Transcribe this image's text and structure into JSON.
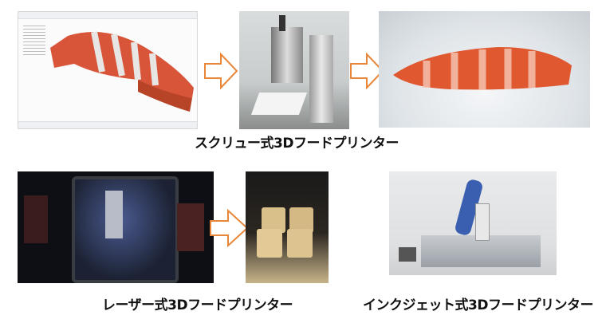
{
  "captions": {
    "screw": "スクリュー式3Dフードプリンター",
    "laser": "レーザー式3Dフードプリンター",
    "inkjet": "インクジェット式3Dフードプリンター"
  },
  "colors": {
    "arrow_stroke": "#e8873a",
    "salmon": "#e0582f",
    "cad_model": "#d9553a"
  }
}
